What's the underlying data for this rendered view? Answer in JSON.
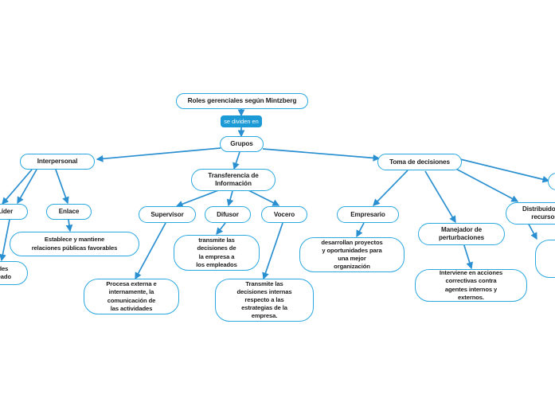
{
  "diagram": {
    "title": "Roles gerenciales según Mintzberg",
    "background_color": "#ffffff",
    "node_border_color": "#2aa8e0",
    "node_fill_color": "#ffffff",
    "edge_color": "#2a8fd0",
    "badge_color": "#1c9ad6",
    "text_color": "#1c1c1c",
    "type": "mind-map"
  },
  "nodes": {
    "root": {
      "label": "Roles gerenciales según Mintzberg"
    },
    "connector_label": {
      "label": "se dividen en"
    },
    "grupos": {
      "label": "Grupos"
    },
    "interpersonal": {
      "label": "Interpersonal"
    },
    "transferencia": {
      "label": "Transferencia de\nInformación"
    },
    "toma_decisiones": {
      "label": "Toma de decisiones"
    },
    "lider": {
      "label": "Líder"
    },
    "enlace": {
      "label": "Enlace"
    },
    "enlace_desc": {
      "label": "Establece y mantiene\nrelaciones públicas favorables"
    },
    "lider_desc_clipped": {
      "label": "...vidades\n...planteado"
    },
    "supervisor": {
      "label": "Supervisor"
    },
    "difusor": {
      "label": "Difusor"
    },
    "vocero": {
      "label": "Vocero"
    },
    "supervisor_desc": {
      "label": "Procesa externa e\ninternamente, la\ncomunicación de\nlas actividades"
    },
    "difusor_desc": {
      "label": "transmite las\ndecisiones de\nla empresa a\nlos empleados"
    },
    "vocero_desc": {
      "label": "Transmite las\ndecisiones internas\nrespecto a las\nestrategias de la\nempresa."
    },
    "empresario": {
      "label": "Empresario"
    },
    "empresario_desc": {
      "label": "desarrollan proyectos\ny oportunidades para\nuna mejor\norganización"
    },
    "manejador": {
      "label": "Manejador de\nperturbaciones"
    },
    "manejador_desc": {
      "label": "Interviene en acciones\ncorrectivas contra\nagentes internos y\nexternos."
    },
    "distribuidor": {
      "label": "Distribuidor de\nrecursos"
    },
    "negociador_clipped": {
      "label": ""
    },
    "negociador_desc_clipped": {
      "label": ""
    }
  },
  "edges": [
    {
      "from": "root",
      "to": "grupos",
      "label": "se dividen en"
    },
    {
      "from": "grupos",
      "to": "interpersonal",
      "label": ""
    },
    {
      "from": "grupos",
      "to": "transferencia",
      "label": ""
    },
    {
      "from": "grupos",
      "to": "toma_decisiones",
      "label": ""
    },
    {
      "from": "interpersonal",
      "to": "lider",
      "label": ""
    },
    {
      "from": "interpersonal",
      "to": "enlace",
      "label": ""
    },
    {
      "from": "interpersonal",
      "to": "left_clipped",
      "label": ""
    },
    {
      "from": "enlace",
      "to": "enlace_desc",
      "label": ""
    },
    {
      "from": "lider",
      "to": "lider_desc_clipped",
      "label": ""
    },
    {
      "from": "transferencia",
      "to": "supervisor",
      "label": ""
    },
    {
      "from": "transferencia",
      "to": "difusor",
      "label": ""
    },
    {
      "from": "transferencia",
      "to": "vocero",
      "label": ""
    },
    {
      "from": "supervisor",
      "to": "supervisor_desc",
      "label": ""
    },
    {
      "from": "difusor",
      "to": "difusor_desc",
      "label": ""
    },
    {
      "from": "vocero",
      "to": "vocero_desc",
      "label": ""
    },
    {
      "from": "toma_decisiones",
      "to": "empresario",
      "label": ""
    },
    {
      "from": "toma_decisiones",
      "to": "manejador",
      "label": ""
    },
    {
      "from": "toma_decisiones",
      "to": "distribuidor",
      "label": ""
    },
    {
      "from": "toma_decisiones",
      "to": "negociador_clipped",
      "label": ""
    },
    {
      "from": "empresario",
      "to": "empresario_desc",
      "label": ""
    },
    {
      "from": "manejador",
      "to": "manejador_desc",
      "label": ""
    },
    {
      "from": "distribuidor",
      "to": "negociador_desc_clipped",
      "label": ""
    }
  ]
}
